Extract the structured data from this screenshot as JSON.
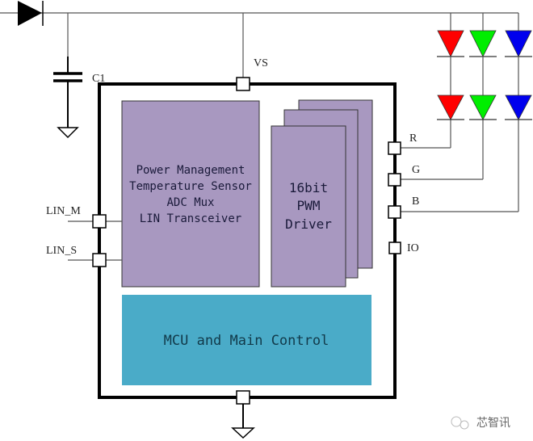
{
  "diagram": {
    "labels": {
      "capacitor": "C1",
      "supply_pin": "VS",
      "lin_master": "LIN_M",
      "lin_slave": "LIN_S",
      "pin_r": "R",
      "pin_g": "G",
      "pin_b": "B",
      "pin_io": "IO"
    },
    "blocks": {
      "peripheral": {
        "lines": [
          "Power Management",
          "Temperature Sensor",
          "ADC Mux",
          "LIN Transceiver"
        ],
        "color": "#a898c0"
      },
      "pwm": {
        "lines": [
          "16bit",
          "PWM",
          "Driver"
        ],
        "color": "#a898c0",
        "stack_count": 3
      },
      "mcu": {
        "label": "MCU and Main Control",
        "color": "#4aabc8"
      }
    },
    "led_columns": [
      {
        "color_name": "red",
        "color": "#ff0000"
      },
      {
        "color_name": "green",
        "color": "#00ee00"
      },
      {
        "color_name": "blue",
        "color": "#0000ee"
      }
    ],
    "watermark": "芯智讯"
  }
}
